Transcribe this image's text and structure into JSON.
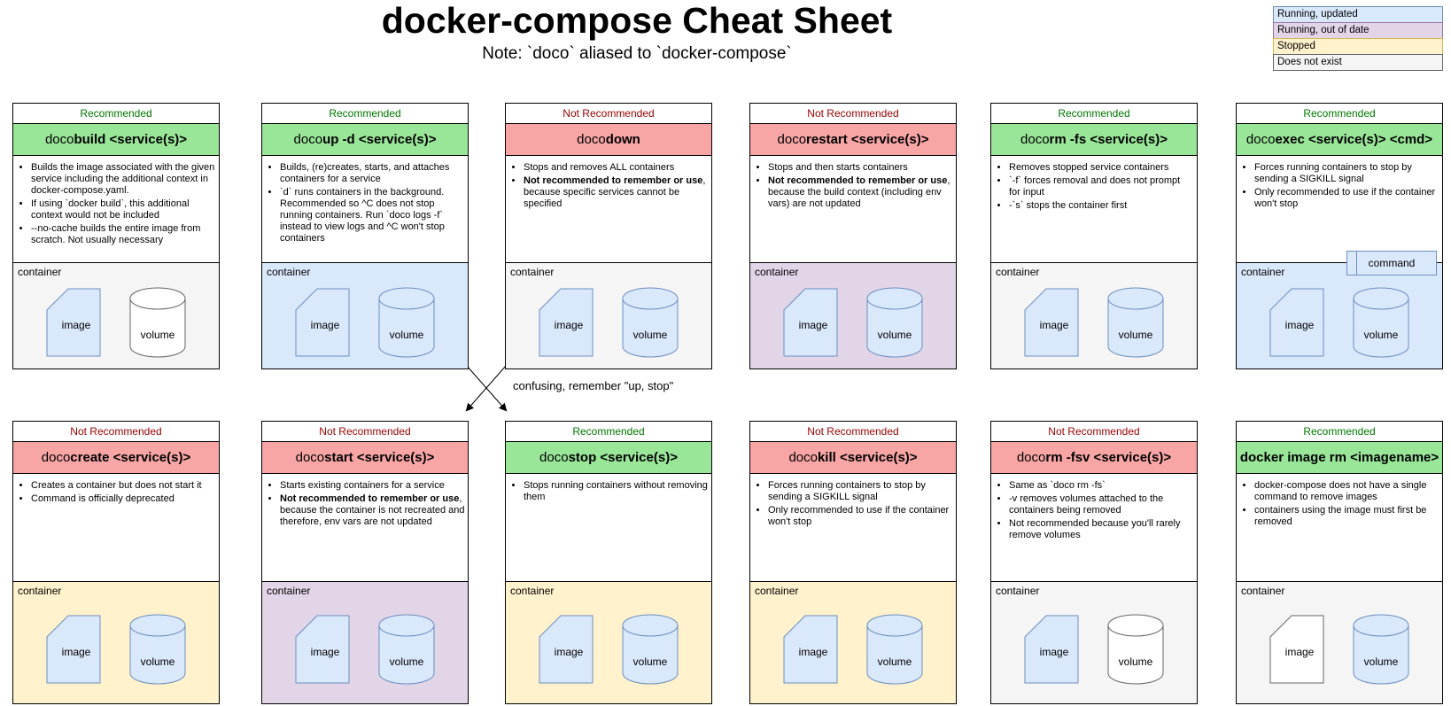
{
  "header": {
    "title": "docker-compose Cheat Sheet",
    "subtitle": "Note: `doco` aliased to `docker-compose`"
  },
  "legend": {
    "items": [
      {
        "label": "Running, updated",
        "state": "blue"
      },
      {
        "label": "Running, out of date",
        "state": "purple"
      },
      {
        "label": "Stopped",
        "state": "yellow"
      },
      {
        "label": "Does not exist",
        "state": "grey"
      }
    ]
  },
  "annotation": {
    "text": "confusing, remember \"up, stop\""
  },
  "labels": {
    "recommended": "Recommended",
    "not_recommended": "Not Recommended",
    "container": "container",
    "image": "image",
    "volume": "volume",
    "command": "command"
  },
  "colors": {
    "fill": {
      "blue": "#dae8fc",
      "purple": "#e1d5e7",
      "yellow": "#fff2cc",
      "grey": "#f5f5f5",
      "none": "#ffffff"
    },
    "stroke": {
      "blue": "#6c8ebf",
      "purple": "#9673a6",
      "yellow": "#d6b656",
      "grey": "#666666",
      "none": "#666666"
    },
    "title_bar": {
      "recommended": "#99e699",
      "not_recommended": "#f8a5a5"
    },
    "label_text": {
      "recommended": "#007700",
      "not_recommended": "#990000"
    }
  },
  "cards": [
    {
      "status": "recommended",
      "title": {
        "prefix": "doco ",
        "main": "build <service(s)>"
      },
      "bullets": [
        [
          {
            "t": "Builds the image associated with the given service including the additional context in docker-compose.yaml.",
            "b": false
          }
        ],
        [
          {
            "t": "If using `docker build`, this additional context would not be included",
            "b": false
          }
        ],
        [
          {
            "t": "--no-cache builds the entire image from scratch. Not usually necessary",
            "b": false
          }
        ]
      ],
      "container": {
        "bg": "grey",
        "image": "blue",
        "volume": "none",
        "command": false
      }
    },
    {
      "status": "recommended",
      "title": {
        "prefix": "doco ",
        "main": "up -d <service(s)>"
      },
      "bullets": [
        [
          {
            "t": "Builds, (re)creates, starts, and attaches containers for a service",
            "b": false
          }
        ],
        [
          {
            "t": "`d` runs containers in the background. Recommended so ^C does not stop running containers. Run `doco logs -f` instead to view logs and ^C won't stop containers",
            "b": false
          }
        ]
      ],
      "container": {
        "bg": "blue",
        "image": "blue",
        "volume": "blue",
        "command": false
      }
    },
    {
      "status": "not_recommended",
      "title": {
        "prefix": "doco ",
        "main": "down"
      },
      "bullets": [
        [
          {
            "t": "Stops and removes ALL containers",
            "b": false
          }
        ],
        [
          {
            "t": "Not recommended to remember or use",
            "b": true
          },
          {
            "t": ", because specific services cannot be specified",
            "b": false
          }
        ]
      ],
      "container": {
        "bg": "grey",
        "image": "blue",
        "volume": "blue",
        "command": false
      }
    },
    {
      "status": "not_recommended",
      "title": {
        "prefix": "doco ",
        "main": "restart <service(s)>"
      },
      "bullets": [
        [
          {
            "t": "Stops and then starts containers",
            "b": false
          }
        ],
        [
          {
            "t": "Not recommended to remember or use",
            "b": true
          },
          {
            "t": ", because the build context (including env vars) are not updated",
            "b": false
          }
        ]
      ],
      "container": {
        "bg": "purple",
        "image": "blue",
        "volume": "blue",
        "command": false
      }
    },
    {
      "status": "recommended",
      "title": {
        "prefix": "doco ",
        "main": "rm -fs <service(s)>"
      },
      "bullets": [
        [
          {
            "t": "Removes stopped service containers",
            "b": false
          }
        ],
        [
          {
            "t": "`-f` forces removal and does not prompt for input",
            "b": false
          }
        ],
        [
          {
            "t": "-`s` stops the container first",
            "b": false
          }
        ]
      ],
      "container": {
        "bg": "grey",
        "image": "blue",
        "volume": "blue",
        "command": false
      }
    },
    {
      "status": "recommended",
      "title": {
        "prefix": "doco ",
        "main": "exec <service(s)> <cmd>"
      },
      "bullets": [
        [
          {
            "t": "Forces running containers to stop by sending a SIGKILL signal",
            "b": false
          }
        ],
        [
          {
            "t": "Only recommended to use if the container won't stop",
            "b": false
          }
        ]
      ],
      "container": {
        "bg": "blue",
        "image": "blue",
        "volume": "blue",
        "command": true
      }
    },
    {
      "status": "not_recommended",
      "title": {
        "prefix": "doco ",
        "main": "create <service(s)>"
      },
      "bullets": [
        [
          {
            "t": "Creates a container but does not start it",
            "b": false
          }
        ],
        [
          {
            "t": "Command is officially deprecated",
            "b": false
          }
        ]
      ],
      "container": {
        "bg": "yellow",
        "image": "blue",
        "volume": "blue",
        "command": false
      }
    },
    {
      "status": "not_recommended",
      "title": {
        "prefix": "doco ",
        "main": "start <service(s)>"
      },
      "bullets": [
        [
          {
            "t": "Starts existing containers for a service",
            "b": false
          }
        ],
        [
          {
            "t": "Not recommended to remember or use",
            "b": true
          },
          {
            "t": ", because the container is not recreated and therefore, env vars are not updated",
            "b": false
          }
        ]
      ],
      "container": {
        "bg": "purple",
        "image": "blue",
        "volume": "blue",
        "command": false
      }
    },
    {
      "status": "recommended",
      "title": {
        "prefix": "doco ",
        "main": "stop <service(s)>"
      },
      "bullets": [
        [
          {
            "t": "Stops running containers without removing them",
            "b": false
          }
        ]
      ],
      "container": {
        "bg": "yellow",
        "image": "blue",
        "volume": "blue",
        "command": false
      }
    },
    {
      "status": "not_recommended",
      "title": {
        "prefix": "doco ",
        "main": "kill <service(s)>"
      },
      "bullets": [
        [
          {
            "t": "Forces running containers to stop by sending a SIGKILL signal",
            "b": false
          }
        ],
        [
          {
            "t": "Only recommended to use if the container won't stop",
            "b": false
          }
        ]
      ],
      "container": {
        "bg": "yellow",
        "image": "blue",
        "volume": "blue",
        "command": false
      }
    },
    {
      "status": "not_recommended",
      "title": {
        "prefix": "doco ",
        "main": "rm -fsv <service(s)>"
      },
      "bullets": [
        [
          {
            "t": "Same as `doco rm -fs`",
            "b": false
          }
        ],
        [
          {
            "t": "-v removes volumes attached to the containers being removed",
            "b": false
          }
        ],
        [
          {
            "t": "Not recommended because you'll rarely remove volumes",
            "b": false
          }
        ]
      ],
      "container": {
        "bg": "grey",
        "image": "blue",
        "volume": "none",
        "command": false
      }
    },
    {
      "status": "recommended",
      "title": {
        "prefix": "",
        "main": "docker image rm <imagename>"
      },
      "bullets": [
        [
          {
            "t": "docker-compose does not have a single command to remove images",
            "b": false
          }
        ],
        [
          {
            "t": "containers using the image must first be removed",
            "b": false
          }
        ]
      ],
      "container": {
        "bg": "grey",
        "image": "none",
        "volume": "blue",
        "command": false
      }
    }
  ]
}
